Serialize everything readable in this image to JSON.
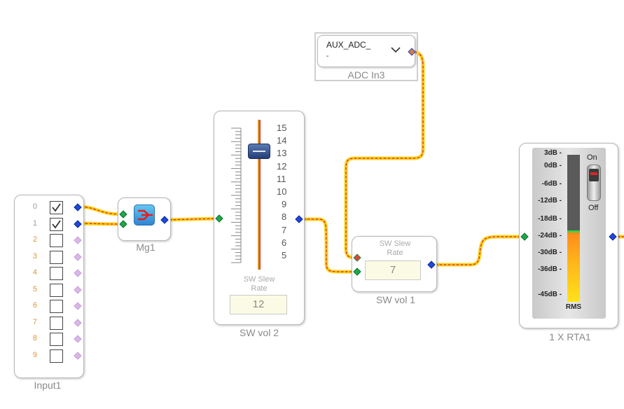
{
  "blocks": {
    "input1": {
      "caption": "Input1",
      "channels": [
        "0",
        "1",
        "2",
        "3",
        "4",
        "5",
        "6",
        "7",
        "8",
        "9"
      ],
      "checked": [
        true,
        true,
        false,
        false,
        false,
        false,
        false,
        false,
        false,
        false
      ]
    },
    "mg1": {
      "caption": "Mg1"
    },
    "sw_vol2": {
      "caption": "SW vol 2",
      "scale": [
        "15",
        "14",
        "13",
        "12",
        "11",
        "10",
        "9",
        "8",
        "7",
        "6",
        "5"
      ],
      "slew_label": "SW Slew Rate",
      "slew_value": "12"
    },
    "adc_in3": {
      "caption": "ADC In3",
      "selected": "AUX_ADC_"
    },
    "sw_vol1": {
      "caption": "SW vol 1",
      "slew_label": "SW Slew Rate",
      "slew_value": "7"
    },
    "rta": {
      "caption": "1 X RTA1",
      "db_labels": [
        "3dB -",
        "0dB -",
        "-6dB -",
        "-12dB -",
        "-18dB -",
        "-24dB -",
        "-30dB -",
        "-36dB -",
        "-45dB -"
      ],
      "mode": "RMS",
      "switch_on": "On",
      "switch_off": "Off",
      "level_fraction": 0.47
    }
  },
  "colors": {
    "wire": "#ffd21f",
    "wire_dash": "#c92424",
    "pin_out": "#1f49d8",
    "pin_in": "#1fa84a",
    "unused_pin": "#d9b8e6",
    "channel_index": "#e0963a"
  }
}
